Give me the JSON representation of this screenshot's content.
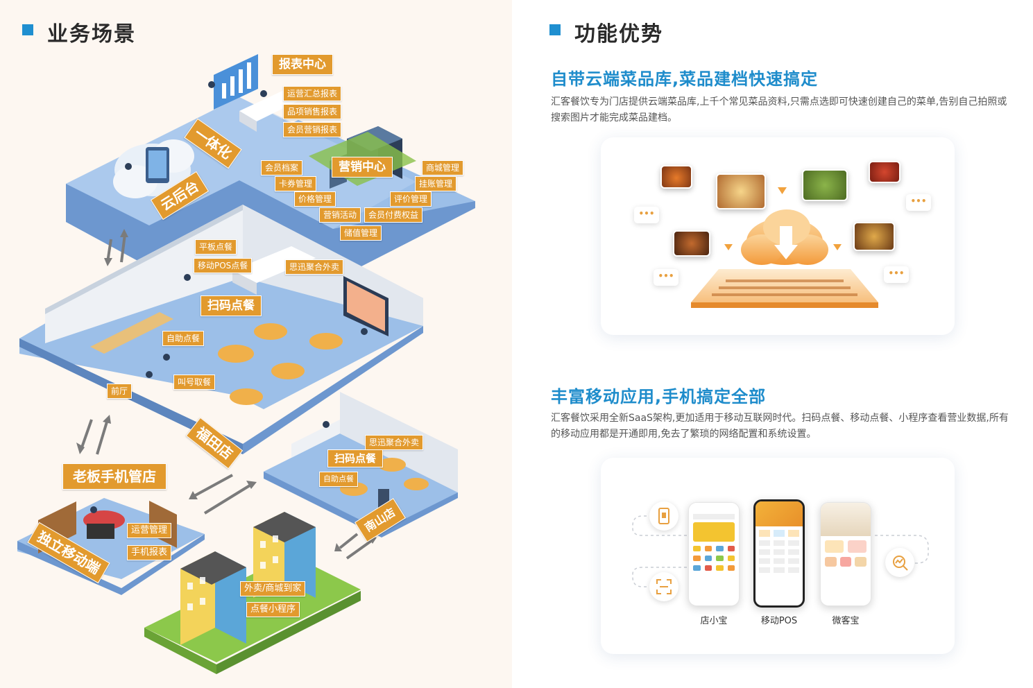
{
  "left": {
    "section_title": "业务场景",
    "labels": {
      "report_center": "报表中心",
      "ops_summary": "运营汇总报表",
      "item_sales": "品项销售报表",
      "member_marketing": "会员营销报表",
      "integrated": "一体化",
      "cloud_backend": "云后台",
      "marketing_center": "营销中心",
      "member_archive": "会员档案",
      "coupon_mgmt": "卡券管理",
      "price_mgmt": "价格管理",
      "marketing_activity": "营销活动",
      "member_paid": "会员付费权益",
      "stored_value": "储值管理",
      "mall_mgmt": "商城管理",
      "credit_mgmt": "挂账管理",
      "review_mgmt": "评价管理",
      "tablet_order": "平板点餐",
      "mobile_pos": "移动POS点餐",
      "aggregate_takeout": "思迅聚合外卖",
      "scan_order": "扫码点餐",
      "self_order": "自助点餐",
      "front_hall": "前厅",
      "call_pickup": "叫号取餐",
      "futian_store": "福田店",
      "aggregate_takeout_2": "思迅聚合外卖",
      "scan_order_2": "扫码点餐",
      "self_order_2": "自助点餐",
      "nanshan_store": "南山店",
      "boss_phone": "老板手机管店",
      "ops_mgmt": "运营管理",
      "phone_report": "手机报表",
      "independent_mobile": "独立移动端",
      "delivery_home": "外卖/商城到家",
      "mini_program": "点餐小程序"
    }
  },
  "right": {
    "section_title": "功能优势",
    "feature1": {
      "title": "自带云端菜品库,菜品建档快速搞定",
      "desc": "汇客餐饮专为门店提供云端菜品库,上千个常见菜品资料,只需点选即可快速创建自己的菜单,告别自己拍照或搜索图片才能完成菜品建档。"
    },
    "feature2": {
      "title": "丰富移动应用,手机搞定全部",
      "desc": "汇客餐饮采用全新SaaS架构,更加适用于移动互联网时代。扫码点餐、移动点餐、小程序查看营业数据,所有的移动应用都是开通即用,免去了繁琐的网络配置和系统设置。"
    },
    "phones": [
      {
        "name": "店小宝"
      },
      {
        "name": "移动POS"
      },
      {
        "name": "微客宝"
      }
    ],
    "dots": "•••"
  },
  "colors": {
    "accent_blue": "#1e8ccb",
    "label_orange": "#e29a2e",
    "floor_blue": "#8fb5e3",
    "grass_green": "#8cc84b"
  }
}
